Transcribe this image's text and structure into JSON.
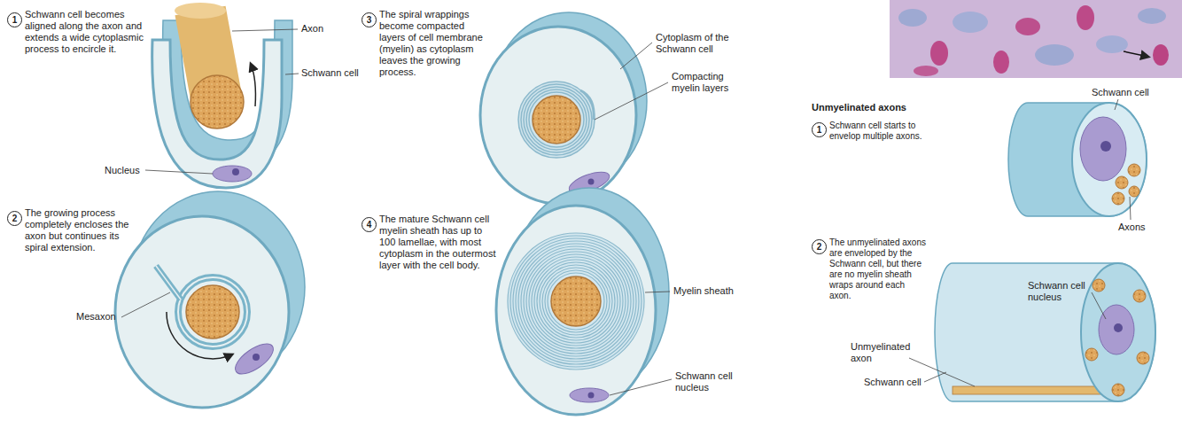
{
  "diagram": {
    "labels": [
      "1",
      "Schwann cell becomes aligned along the axon and extends a wide cytoplasmic process to encircle it.",
      "Axon",
      "Schwann cell",
      "Nucleus",
      "2",
      "The growing process completely encloses the axon but continues its spiral extension.",
      "Mesaxon",
      "3",
      "The spiral wrappings become compacted layers of cell membrane (myelin) as cytoplasm leaves the growing process.",
      "Cytoplasm of the Schwann cell",
      "Compacting myelin layers",
      "4",
      "The mature Schwann cell myelin sheath has up to 100 lamellae, with most cytoplasm in the outermost layer with the cell body.",
      "Myelin sheath",
      "Schwann cell nucleus",
      "Unmyelinated axons",
      "1",
      "Schwann cell starts to envelop multiple axons.",
      "Schwann cell",
      "Axons",
      "2",
      "The unmyelinated axons are enveloped by the Schwann cell, but there are no myelin sheath wraps around each axon.",
      "Schwann cell nucleus",
      "Unmyelinated axon",
      "Schwann cell"
    ]
  }
}
